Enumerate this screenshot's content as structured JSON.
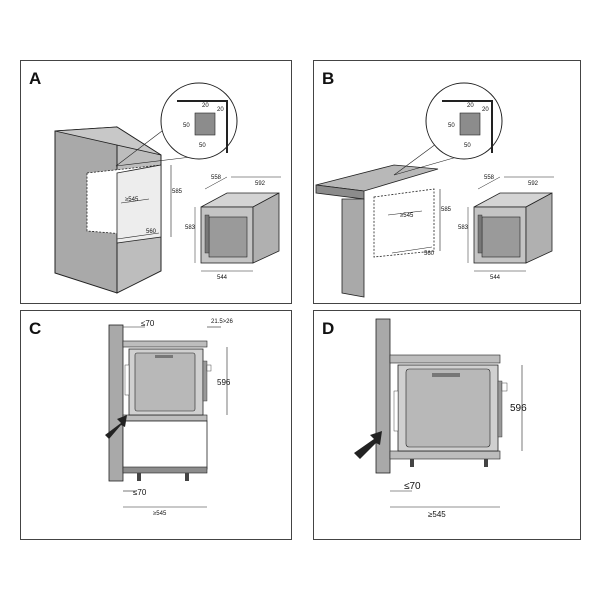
{
  "panels": {
    "a": {
      "letter": "A",
      "detail": {
        "d1": "20",
        "d2": "20",
        "d3": "50",
        "d4": "50"
      },
      "cavity": {
        "depth": "≥545",
        "height": "585",
        "width": "560"
      },
      "oven": {
        "top_width": "592",
        "top_depth": "558",
        "height": "583",
        "bottom_width": "544"
      }
    },
    "b": {
      "letter": "B",
      "detail": {
        "d1": "20",
        "d2": "20",
        "d3": "50",
        "d4": "50"
      },
      "cavity": {
        "depth": "≥545",
        "height": "585",
        "width": "560"
      },
      "oven": {
        "top_width": "592",
        "top_depth": "558",
        "height": "583",
        "bottom_width": "544"
      }
    },
    "c": {
      "letter": "C",
      "top_gap": "≤70",
      "side_gap": "21.5>26",
      "height": "596",
      "bottom_gap": "≤70",
      "depth": "≥545"
    },
    "d": {
      "letter": "D",
      "height": "596",
      "bottom_gap": "≤70",
      "depth": "≥545"
    }
  },
  "colors": {
    "line": "#222222",
    "panel_fill": "#a9a9a9",
    "panel_dark": "#8c8c8c",
    "glass": "#b8b8b8"
  }
}
